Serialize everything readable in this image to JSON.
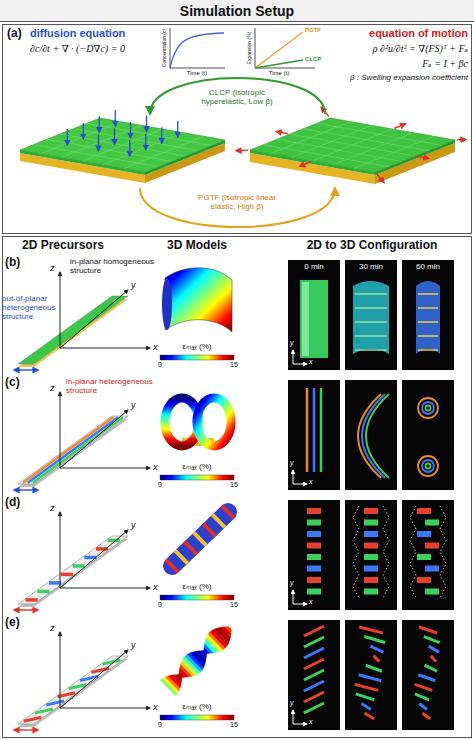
{
  "diagram": {
    "title": "Simulation Setup",
    "nodes": [
      {
        "text": [
          "(a)"
        ]
      },
      {
        "text": [
          "2D Precursors",
          "3D Models",
          "2D to 3D Configuration"
        ]
      },
      {
        "text": [
          "(b)"
        ],
        "in": 1
      },
      {
        "text": [
          "(c)"
        ],
        "in": 1
      },
      {
        "text": [
          "(d)"
        ],
        "in": 1
      },
      {
        "text": [
          "(e)"
        ],
        "in": 1
      }
    ],
    "labels": [
      "diffusion equation",
      "∂c/∂t + ∇ · (−D∇c) = 0",
      "Concentration (c)",
      "Time (t)",
      "Expansion (%)",
      "Time (t)",
      "PGTF",
      "CLCP",
      "equation of motion",
      "ρ ∂²u/∂t² = ∇(FS)ᵀ + Fₛ",
      "Fₛ = I + βc",
      "β : Swelling expansion coefficient",
      "CLCP (isotropic hyperelastic, Low β)",
      "PGTF (isotropic linear elastic, High β)",
      "in-planar homogeneous structure",
      "out-of-planar heterogeneous structure",
      "z",
      "y",
      "x",
      "εₘₐₓ (%)",
      "0",
      "15",
      "0 min",
      "30 min",
      "60 min",
      "y",
      "x",
      "in-planar heterogeneous structure",
      "z",
      "y",
      "x",
      "εₘₐₓ (%)",
      "0",
      "15",
      "y",
      "x",
      "z",
      "y",
      "x",
      "εₘₐₓ (%)",
      "0",
      "15",
      "y",
      "x",
      "z",
      "y",
      "x",
      "εₘₐₓ (%)",
      "0",
      "15",
      "y",
      "x"
    ]
  }
}
